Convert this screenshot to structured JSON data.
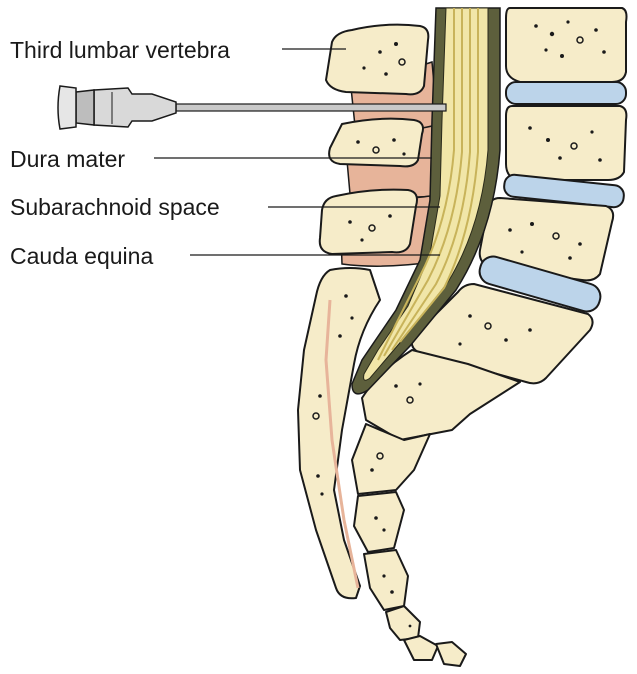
{
  "labels": {
    "vertebra": "Third lumbar vertebra",
    "dura": "Dura mater",
    "subarachnoid": "Subarachnoid space",
    "cauda": "Cauda equina"
  },
  "colors": {
    "bone": "#f6ecc9",
    "disc": "#bcd4ea",
    "muscle": "#e7b49a",
    "dura": "#5d5f3c",
    "csf": "#f1e6a8",
    "nerve": "#c8b35a",
    "needle": "#c9c9c9"
  }
}
